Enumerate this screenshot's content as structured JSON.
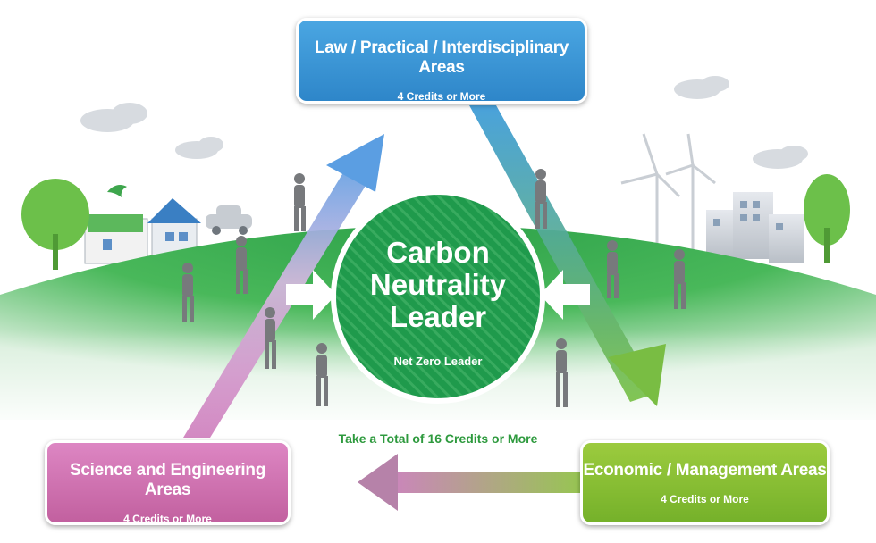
{
  "center": {
    "title_lines": [
      "Carbon",
      "Neutrality",
      "Leader"
    ],
    "subtitle": "Net Zero Leader"
  },
  "areas": {
    "top": {
      "title": "Law / Practical / Interdisciplinary Areas",
      "credits": "4 Credits or More",
      "color": "#3a96d6"
    },
    "left": {
      "title": "Science and Engineering Areas",
      "credits": "4 Credits or More",
      "color": "#d176b4"
    },
    "right": {
      "title": "Economic / Management Areas",
      "credits": "4 Credits or More",
      "color": "#86bc35"
    }
  },
  "total_requirement": "Take a Total of 16 Credits or More",
  "colors": {
    "circle": "#1f9a4c",
    "ground": "#3db35a",
    "arrow_green": "#7cc044"
  }
}
